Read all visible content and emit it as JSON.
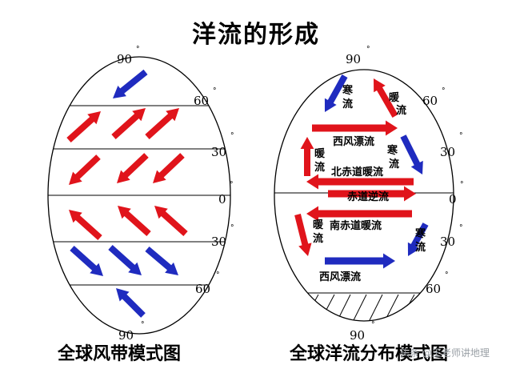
{
  "title": "洋流的形成",
  "left_diagram": {
    "caption": "全球风带模式图",
    "latitudes": {
      "north_pole": "90",
      "n60": "60",
      "n30": "30",
      "equator": "0",
      "s30": "30",
      "s60": "60",
      "south_pole": "90"
    },
    "degree_symbol": "°"
  },
  "right_diagram": {
    "caption": "全球洋流分布模式图",
    "latitudes": {
      "north_pole": "90",
      "n60": "60",
      "n30": "30",
      "equator": "0",
      "s30": "30",
      "s60": "60",
      "south_pole": "90"
    },
    "degree_symbol": "°",
    "currents": {
      "cold_nw": "寒流",
      "warm_ne": "暖流",
      "westerly_drift_north": "西风漂流",
      "warm_west_north": "暖流",
      "cold_east_north": "寒流",
      "north_equatorial": "北赤道暖流",
      "counter": "赤道逆流",
      "warm_west_south": "暖流",
      "south_equatorial": "南赤道暖流",
      "cold_east_south": "寒流",
      "westerly_drift_south": "西风漂流"
    }
  },
  "watermark": "头条 @王老师讲地理",
  "colors": {
    "warm": "#e0141b",
    "cold": "#1f2bbf",
    "line": "#000000"
  }
}
